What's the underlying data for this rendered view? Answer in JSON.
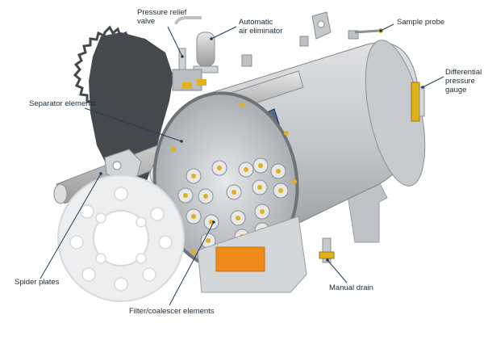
{
  "labels": {
    "pressure_relief_valve": "Pressure relief\nvalve",
    "automatic_air_eliminator": "Automatic\nair eliminator",
    "sample_probe": "Sample probe",
    "differential_pressure_gauge": "Differential\npressure\ngauge",
    "separator_elements": "Separator elements",
    "spider_plates": "Spider plates",
    "filter_coalescer_elements": "Filter/coalescer elements",
    "manual_drain": "Manual drain"
  },
  "colors": {
    "leader_line": "#1f3b5c",
    "shell": "#c9cccf",
    "shell_dark": "#8f9499",
    "separator_element": "#2e3f6b",
    "filter_element": "#e4e4e4",
    "accent_yellow": "#e0b21c",
    "accent_red": "#c4161c",
    "spider_plate_dark": "#4a4d52",
    "drain_box": "#f08a1a"
  }
}
